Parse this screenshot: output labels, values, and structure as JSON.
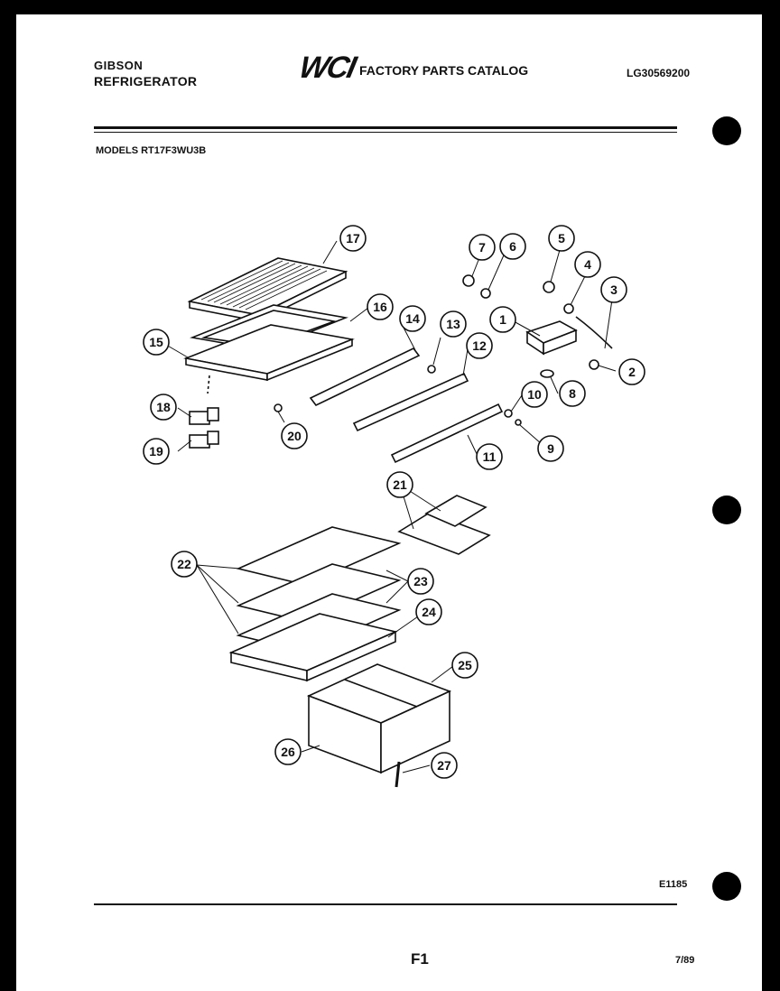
{
  "header": {
    "brand_line1": "GIBSON",
    "brand_line2": "REFRIGERATOR",
    "logo": "WCI",
    "catalog_title": "FACTORY PARTS CATALOG",
    "catalog_code": "LG30569200",
    "models": "MODELS RT17F3WU3B"
  },
  "footer": {
    "figure_code": "E1185",
    "page": "F1",
    "date": "7/89"
  },
  "callouts": [
    "1",
    "2",
    "3",
    "4",
    "5",
    "6",
    "7",
    "8",
    "9",
    "10",
    "11",
    "12",
    "13",
    "14",
    "15",
    "16",
    "17",
    "18",
    "19",
    "20",
    "21",
    "22",
    "23",
    "24",
    "25",
    "26",
    "27"
  ]
}
